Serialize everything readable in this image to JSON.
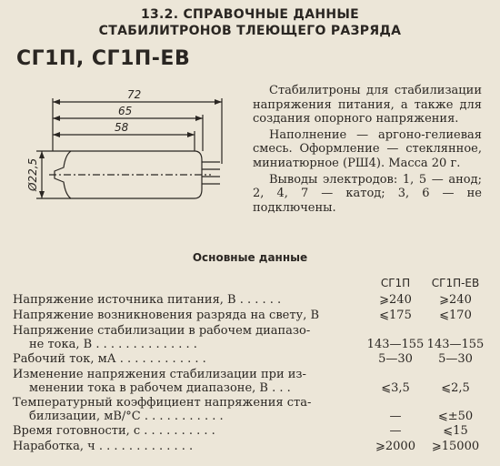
{
  "header": {
    "line1": "13.2. СПРАВОЧНЫЕ ДАННЫЕ",
    "line2": "СТАБИЛИТРОНОВ ТЛЕЮЩЕГО РАЗРЯДА"
  },
  "tube_title": "СГ1П, СГ1П-ЕВ",
  "drawing": {
    "dim_72": "72",
    "dim_65": "65",
    "dim_58": "58",
    "dim_diam": "Ø22,5"
  },
  "description": {
    "p1": "Стабилитроны для стабилизации напряжения питания, а также для создания опорного напряжения.",
    "p2": "Наполнение — аргоно-гелиевая смесь. Оформление — стеклянное, миниатюрное (РШ4). Масса 20 г.",
    "p3": "Выводы электродов: 1, 5 — анод; 2, 4, 7 — катод; 3, 6 — не подключены."
  },
  "main_data": {
    "title": "Основные данные",
    "col1": "СГ1П",
    "col2": "СГ1П-ЕВ",
    "rows": [
      {
        "label": "Напряжение источника питания, В . . . . . .",
        "cont": "",
        "v1": "⩾240",
        "v2": "⩾240"
      },
      {
        "label": "Напряжение возникновения разряда на свету, В",
        "cont": "",
        "v1": "⩽175",
        "v2": "⩽170"
      },
      {
        "label": "Напряжение стабилизации в рабочем диапазо-",
        "cont": "не тока, В . . . . . . . . . . . . . .",
        "v1": "143—155",
        "v2": "143—155"
      },
      {
        "label": "Рабочий ток, мА . . . . . . . . . . . .",
        "cont": "",
        "v1": "5—30",
        "v2": "5—30"
      },
      {
        "label": "Изменение напряжения стабилизации при из-",
        "cont": "менении тока в рабочем диапазоне, В . . .",
        "v1": "⩽3,5",
        "v2": "⩽2,5"
      },
      {
        "label": "Температурный коэффициент напряжения ста-",
        "cont": "билизации, мВ/°С . . . . . . . . . . .",
        "v1": "—",
        "v2": "⩽±50"
      },
      {
        "label": "Время готовности, с . . . . . . . . . .",
        "cont": "",
        "v1": "—",
        "v2": "⩽15"
      },
      {
        "label": "Наработка, ч . . . . . . . . . . . . .",
        "cont": "",
        "v1": "⩾2000",
        "v2": "⩾15000"
      }
    ]
  }
}
